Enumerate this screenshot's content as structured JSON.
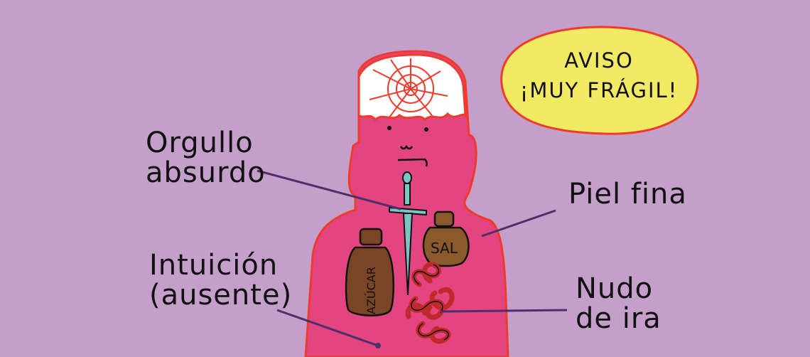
{
  "warning": {
    "line1": "AVISO",
    "line2": "¡MUY FRÁGIL!"
  },
  "callouts": {
    "pride": {
      "line1": "Orgullo",
      "line2": "absurdo"
    },
    "intuition": {
      "line1": "Intuición",
      "line2": "(ausente)"
    },
    "skin": {
      "line1": "Piel fina"
    },
    "anger": {
      "line1": "Nudo",
      "line2": "de ira"
    }
  },
  "jars": {
    "sugar": "AZÚCAR",
    "salt": "SAL"
  },
  "colors": {
    "background": "#c39fca",
    "body": "#e2457f",
    "outline": "#f03a2c",
    "speech_bubble": "#f2ea62",
    "jar": "#7a4427",
    "sword": "#7cc4c4",
    "leader_line": "#4c2f6b"
  }
}
